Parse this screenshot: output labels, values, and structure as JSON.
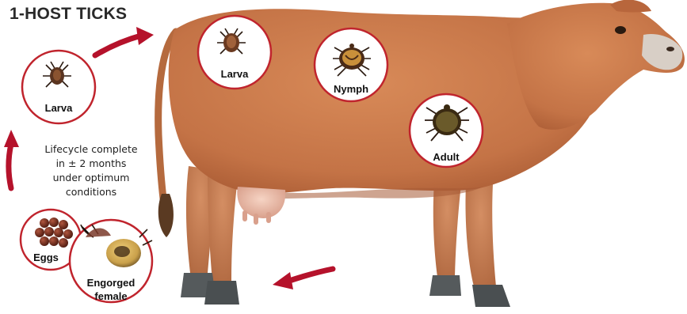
{
  "title": "1-HOST TICKS",
  "lifecycle_note": [
    "Lifecycle complete",
    "in ± 2 months",
    "under optimum",
    "conditions"
  ],
  "stages": {
    "larva_on_ground": "Larva",
    "larva_on_host": "Larva",
    "nymph": "Nymph",
    "adult": "Adult",
    "eggs": "Eggs",
    "engorged_female": [
      "Engorged",
      "female"
    ]
  },
  "colors": {
    "arrow": "#b5122b",
    "circle_border": "#c0242d",
    "cow_body": "#c97a4a",
    "tick_dark": "#4a2b17"
  },
  "icons": [
    "tick-larva-icon",
    "tick-nymph-icon",
    "tick-adult-icon",
    "tick-eggs-icon",
    "tick-engorged-female-icon",
    "cow-host-image"
  ]
}
